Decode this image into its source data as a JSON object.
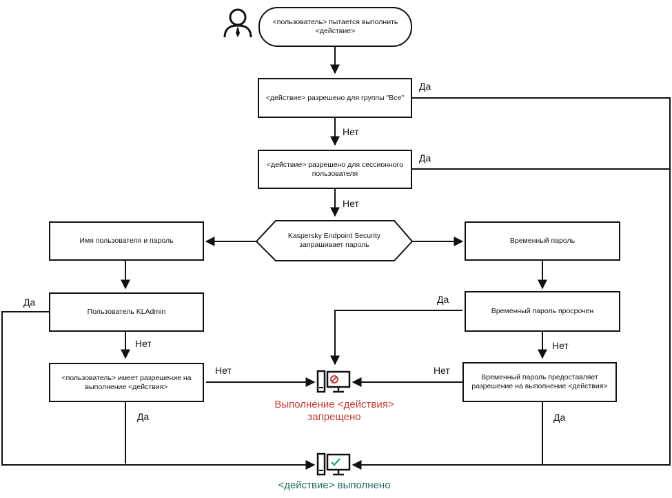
{
  "nodes": {
    "start": "<пользователь> пытается выполнить <действие>",
    "group_all": "<действие> разрешено для группы \"Все\"",
    "session_user": "<действие> разрешено для сессионного пользователя",
    "kes_asks": "Kaspersky Endpoint Security запрашивает пароль",
    "user_pass": "Имя пользователя и пароль",
    "temp_pass": "Временный пароль",
    "kladmin": "Пользователь KLAdmin",
    "temp_expired": "Временный пароль просрочен",
    "user_has_perm": "<пользователь> имеет разрешение на выполнение <действия>",
    "temp_grants": "Временный пароль предоставляет разрешение на выполнение <действия>"
  },
  "labels": {
    "yes": "Да",
    "no": "Нет"
  },
  "results": {
    "denied": "Выполнение <действия> запрещено",
    "allowed": "<действие> выполнено"
  },
  "colors": {
    "denied": "#c0403a",
    "allowed": "#1f6b63",
    "line": "#111111"
  },
  "icons": {
    "user": "user-icon",
    "denied": "computer-denied-icon",
    "allowed": "computer-allowed-icon"
  }
}
